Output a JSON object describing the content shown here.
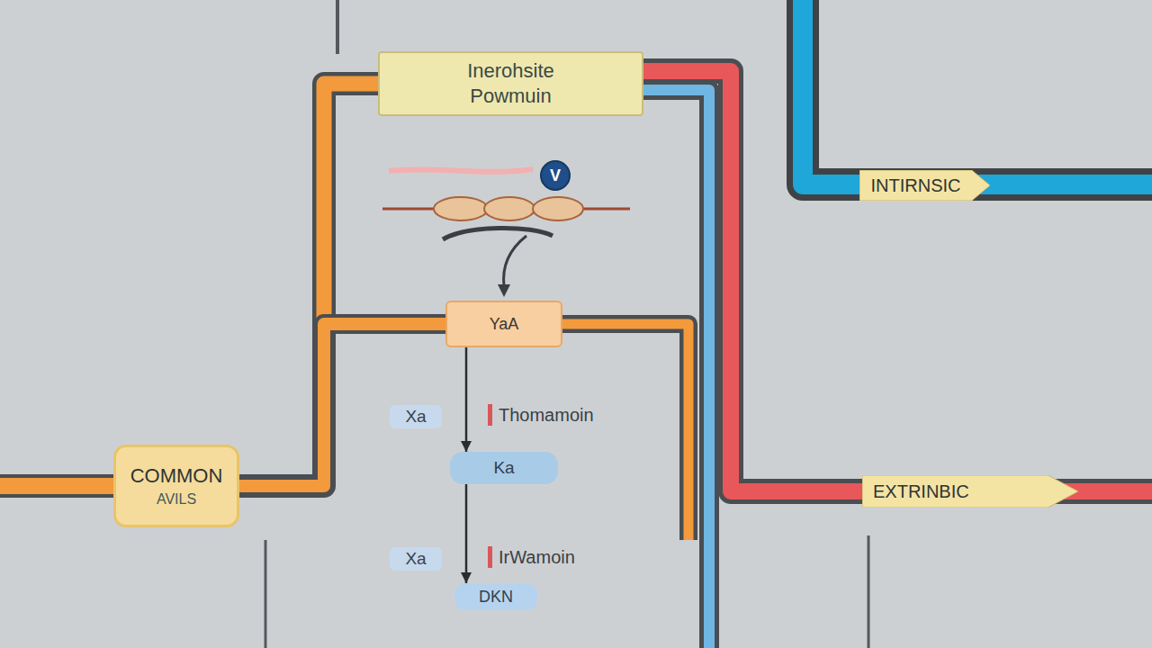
{
  "diagram": {
    "nodes": [
      {
        "text": [
          "Inerohsite Powmuin"
        ]
      },
      {
        "text": [
          "V"
        ]
      },
      {
        "text": [
          "INTIRNSIC"
        ]
      },
      {
        "text": [
          "YaA"
        ]
      },
      {
        "text": [
          "Xa"
        ]
      },
      {
        "text": [
          "Ka"
        ]
      },
      {
        "text": [
          "EXTRINBIC"
        ]
      },
      {
        "text": [
          "COMMON",
          "AVILS"
        ]
      },
      {
        "text": [
          "Xa"
        ]
      },
      {
        "text": [
          "DKN"
        ]
      }
    ],
    "edges": [
      {
        "from": 7,
        "to": 0,
        "arrow": "none"
      },
      {
        "from": 7,
        "to": 3,
        "arrow": "none"
      },
      {
        "from": 0,
        "to": 6,
        "arrow": "none"
      },
      {
        "from": 3,
        "to": 5,
        "arrow": "to"
      },
      {
        "from": 5,
        "to": 9,
        "arrow": "to"
      }
    ],
    "labels": [
      "Thomamoin",
      "IrWamoin"
    ]
  }
}
